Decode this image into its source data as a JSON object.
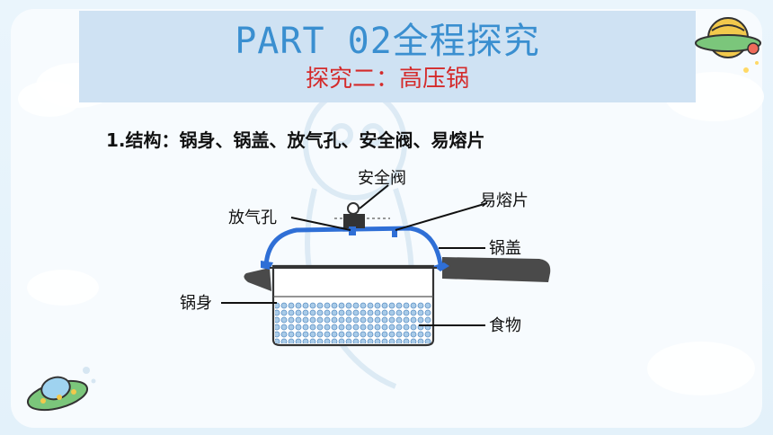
{
  "slide": {
    "title": "PART  02全程探究",
    "subtitle": "探究二：高压锅",
    "heading": "1.结构：锅身、锅盖、放气孔、安全阀、易熔片"
  },
  "diagram": {
    "labels": {
      "safety_valve": "安全阀",
      "fusible_plate": "易熔片",
      "vent_hole": "放气孔",
      "lid": "锅盖",
      "body": "锅身",
      "food": "食物"
    }
  },
  "colors": {
    "title_blue": "#3a8fd0",
    "subtitle_red": "#d42b2b",
    "banner": "#cfe2f3",
    "lid_blue": "#2f6fd6",
    "handle_dark": "#4a4a4a"
  },
  "icons": {
    "decor_top_right": "ufo-planet-icon",
    "decor_bottom_left": "ufo-saucer-icon"
  }
}
